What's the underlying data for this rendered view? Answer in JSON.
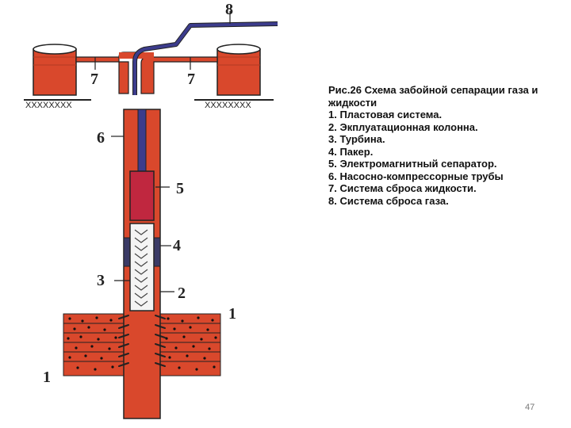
{
  "figure": {
    "labels": {
      "formation_left": "1",
      "formation_right": "1",
      "casing": "2",
      "turbine": "3",
      "packer": "4",
      "separator": "5",
      "tubing": "6",
      "liquid_left": "7",
      "liquid_right": "7",
      "gas": "8"
    },
    "ground_hatch_text": "XXXXXXXX",
    "colors": {
      "casing": "#d9482c",
      "formation": "#d9482c",
      "tubing": "#3c3c8c",
      "separator": "#c0273f",
      "packer": "#3a3a66",
      "outline": "#222222"
    }
  },
  "caption": {
    "title_line1": "Рис.26 Схема забойной сепарации газа и",
    "title_line2": "жидкости",
    "items": [
      "1. Пластовая система.",
      "2. Экплуатационная колонна.",
      "3. Турбина.",
      "4. Пакер.",
      "5. Электромагнитный сепаратор.",
      "6. Насосно-компрессорные трубы",
      "7. Система сброса жидкости.",
      "8. Система сброса газа."
    ]
  },
  "page_number": "47"
}
